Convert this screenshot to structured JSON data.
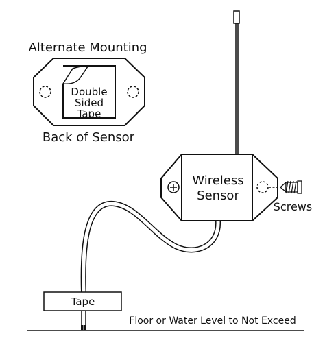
{
  "labels": {
    "alternate_mounting": "Alternate Mounting",
    "double_sided_tape": [
      "Double",
      "Sided",
      "Tape"
    ],
    "back_of_sensor": "Back of Sensor",
    "wireless_sensor": [
      "Wireless",
      "Sensor"
    ],
    "screws": "Screws",
    "tape": "Tape",
    "floor_level": "Floor or Water Level to Not Exceed"
  },
  "colors": {
    "stroke": "#111111",
    "background": "#ffffff"
  },
  "icons": [
    "screw-icon",
    "screw-hole-icon",
    "antenna-icon",
    "probe-tip-icon"
  ]
}
